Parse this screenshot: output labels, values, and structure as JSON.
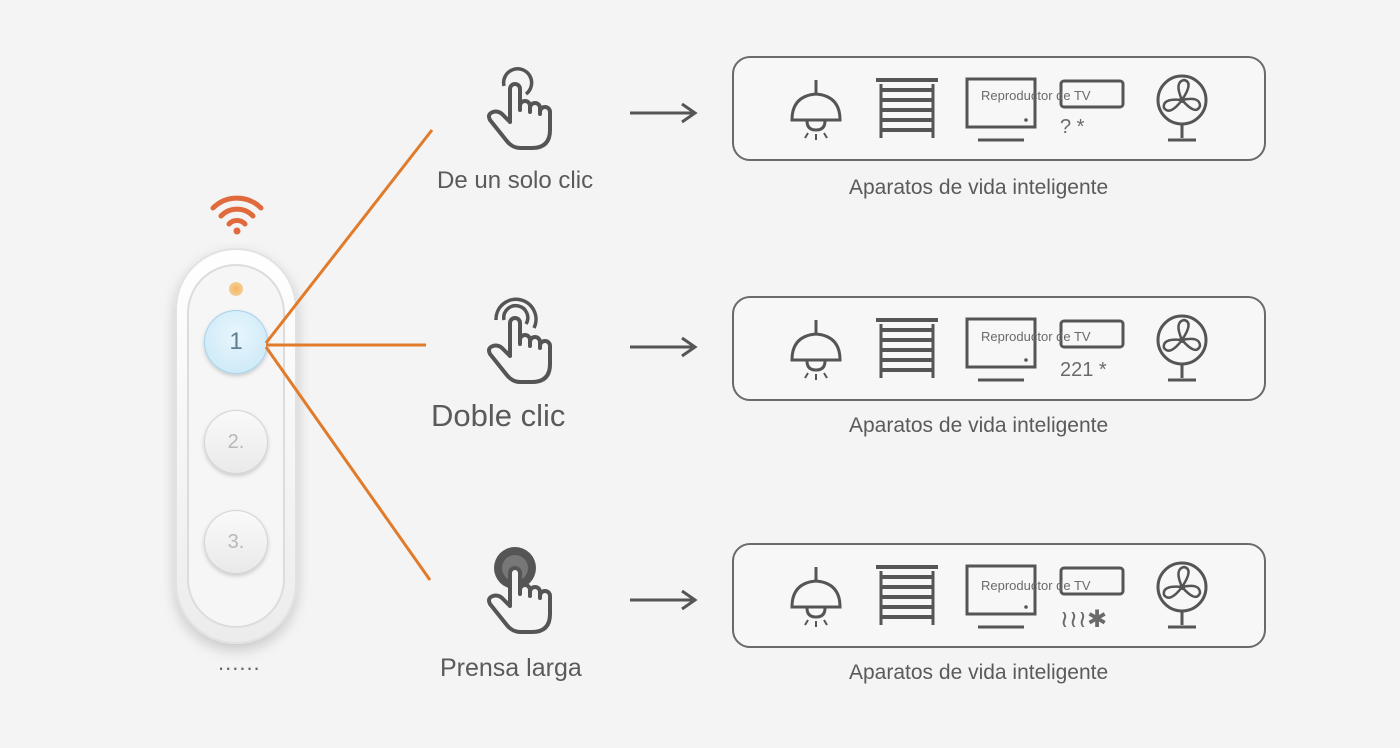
{
  "remote": {
    "buttons": [
      "1",
      "2.",
      "3."
    ],
    "footer_dots": "......",
    "signal_icon": "wifi-signal-icon",
    "accent_color": "#e06a3c",
    "line_color": "#e07b2b"
  },
  "rows": [
    {
      "gesture_label": "De un solo clic",
      "gesture_icon": "single-tap-hand-icon",
      "tv_label": "Reproductor de TV",
      "ac_label": "? *",
      "caption": "Aparatos de vida inteligente"
    },
    {
      "gesture_label": "Doble clic",
      "gesture_icon": "double-tap-hand-icon",
      "tv_label": "Reproductor de TV",
      "ac_label": "221 *",
      "caption": "Aparatos de vida inteligente"
    },
    {
      "gesture_label": "Prensa larga",
      "gesture_icon": "long-press-hand-icon",
      "tv_label": "Reproductor de TV",
      "ac_label": "≀≀≀✱",
      "caption": "Aparatos de vida inteligente"
    }
  ],
  "appliance_icons": [
    "pendant-lamp-icon",
    "window-blinds-icon",
    "tv-monitor-icon",
    "air-conditioner-icon",
    "fan-icon"
  ],
  "colors": {
    "outline": "#6a6a6a",
    "text": "#5a5a5a",
    "background": "#f4f4f4"
  }
}
